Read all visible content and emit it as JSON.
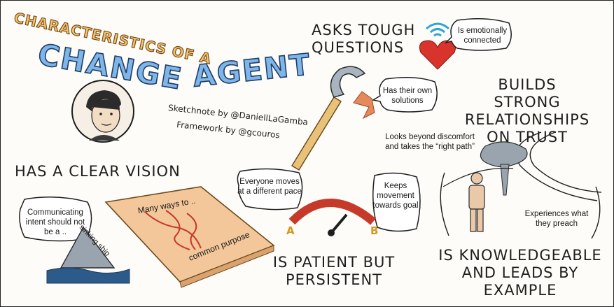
{
  "title": {
    "line1": "CHARACTERISTICS OF A",
    "line2": "CHANGE",
    "line3": "AGENT"
  },
  "credits": {
    "sketchnote": "Sketchnote by @DaniellLaGamba",
    "framework": "Framework by @gcouros"
  },
  "headings": {
    "clear_vision": "HAS A CLEAR VISION",
    "tough_questions": "ASKS TOUGH QUESTIONS",
    "relationships": "BUILDS STRONG RELATIONSHIPS ON TRUST",
    "patient": "IS PATIENT BUT PERSISTENT",
    "knowledgeable": "IS KNOWLEDGEABLE AND LEADS BY EXAMPLE"
  },
  "notes": {
    "emotionally": "Is emotionally connected",
    "own_solutions": "Has their own solutions",
    "beyond": "Looks beyond discomfort and takes the “right path”",
    "everyone": "Everyone moves at a different pace",
    "keeps": "Keeps movement towards goal",
    "preach": "Experiences what they preach",
    "communicating": "Communicating intent should not be a ..",
    "sinking": "sinking ship",
    "many_ways": "Many ways to ..",
    "common": "common purpose"
  },
  "gauge": {
    "label_a": "A",
    "label_b": "B"
  },
  "colors": {
    "heart": "#d9342b",
    "wifi": "#2fa4d9",
    "gauge": "#c63a2a",
    "board": "#f3c79a",
    "wrench_handle": "#e9c27a",
    "title_blue": "#7fb6e8",
    "title_gold": "#f3c56a"
  }
}
